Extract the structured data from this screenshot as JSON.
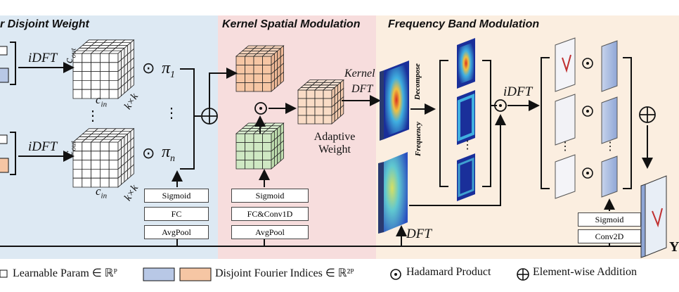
{
  "sections": {
    "disjoint_weight": "r Disjoint Weight",
    "kernel_spatial": "Kernel Spatial Modulation",
    "frequency_band": "Frequency Band Modulation"
  },
  "labels": {
    "idft_top": "iDFT",
    "idft_bottom": "iDFT",
    "cout_top": "c",
    "cout_sub": "out",
    "cin_top": "c",
    "cin_sub": "in",
    "kxk": "k×k",
    "pi1": "π",
    "pi1_sub": "1",
    "pin": "π",
    "pin_sub": "n",
    "vdots": "⋮",
    "odot": "⊙",
    "oplus": "⊕",
    "adaptive_weight_1": "Adaptive",
    "adaptive_weight_2": "Weight",
    "kernel_dft_1": "Kernel",
    "kernel_dft_2": "DFT",
    "decompose": "Decompose",
    "frequency": "Frequency",
    "idft_freq": "iDFT",
    "dft_bottom": "DFT",
    "y_out": "Y"
  },
  "blocks": {
    "left": [
      "Sigmoid",
      "FC",
      "AvgPool"
    ],
    "middle": [
      "Sigmoid",
      "FC&Conv1D",
      "AvgPool"
    ],
    "right": [
      "Sigmoid",
      "Conv2D"
    ]
  },
  "legend": {
    "learnable": "Learnable Param ∈ ℝᴾ",
    "disjoint": "Disjoint Fourier Indices ∈ ℝ²ᴾ",
    "hadamard": "Hadamard Product",
    "addition": "Element-wise Addition"
  },
  "colors": {
    "bg_left": "#dde9f3",
    "bg_mid": "#f7dddd",
    "bg_right": "#fbeee0",
    "blue_cell": "#b8c8e6",
    "orange_cell": "#f6c6a4",
    "green_cell": "#cfe8c3"
  }
}
